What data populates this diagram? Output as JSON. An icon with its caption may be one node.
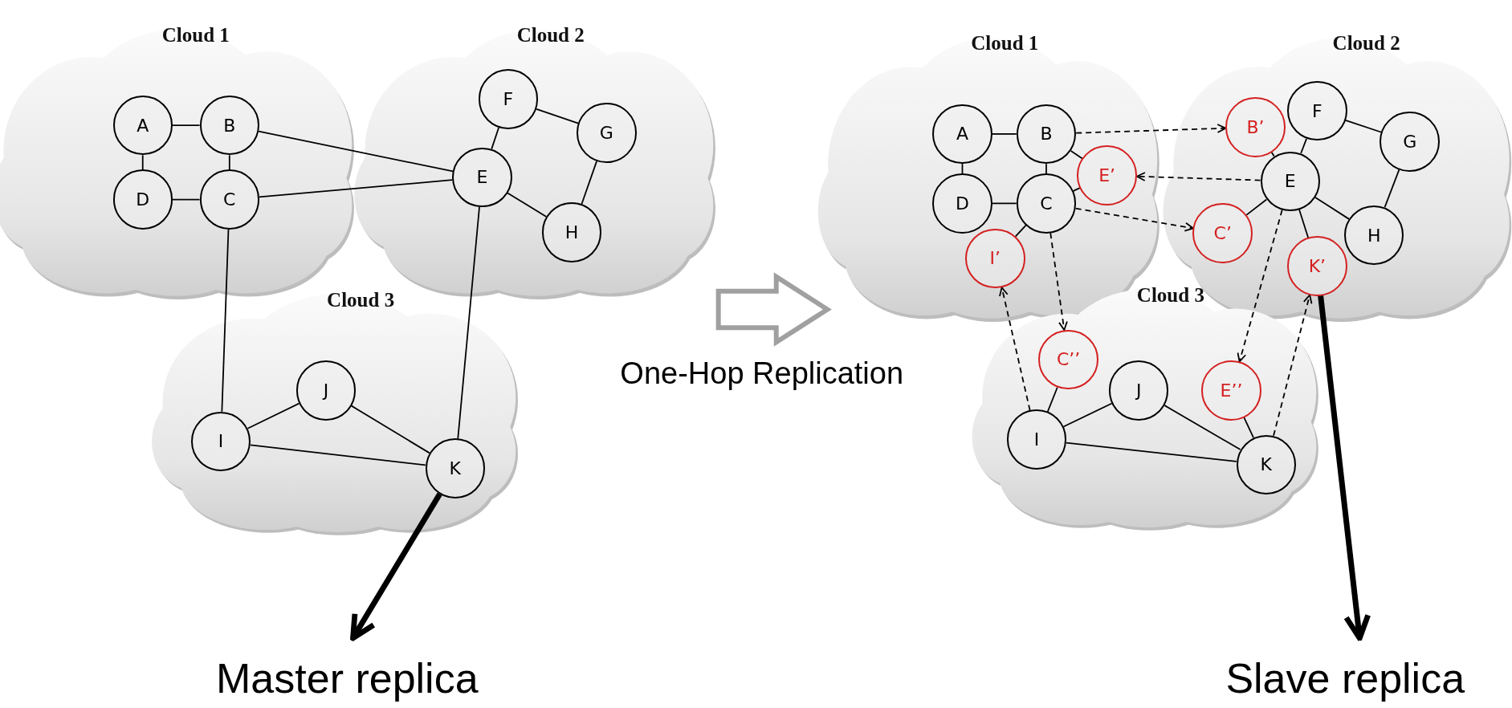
{
  "diagram": {
    "nodes": [
      {
        "text": [
          "Cloud 1"
        ]
      },
      {
        "text": [
          "A"
        ],
        "in": 0
      },
      {
        "text": [
          "B"
        ],
        "in": 0
      },
      {
        "text": [
          "D"
        ],
        "in": 0
      },
      {
        "text": [
          "C"
        ],
        "in": 0
      },
      {
        "text": [
          "Cloud 2"
        ]
      },
      {
        "text": [
          "F"
        ],
        "in": 5
      },
      {
        "text": [
          "G"
        ],
        "in": 5
      },
      {
        "text": [
          "E"
        ],
        "in": 5
      },
      {
        "text": [
          "H"
        ],
        "in": 5
      },
      {
        "text": [
          "Cloud 3"
        ]
      },
      {
        "text": [
          "J"
        ],
        "in": 10
      },
      {
        "text": [
          "I"
        ],
        "in": 10
      },
      {
        "text": [
          "K"
        ],
        "in": 10
      },
      {
        "text": [
          "Master replica"
        ]
      },
      {
        "text": [
          "Cloud 1"
        ]
      },
      {
        "text": [
          "A"
        ],
        "in": 15
      },
      {
        "text": [
          "B"
        ],
        "in": 15
      },
      {
        "text": [
          "E’"
        ],
        "in": 15
      },
      {
        "text": [
          "D"
        ],
        "in": 15
      },
      {
        "text": [
          "C"
        ],
        "in": 15
      },
      {
        "text": [
          "I’"
        ],
        "in": 15
      },
      {
        "text": [
          "Cloud 2"
        ]
      },
      {
        "text": [
          "B’"
        ],
        "in": 22
      },
      {
        "text": [
          "F"
        ],
        "in": 22
      },
      {
        "text": [
          "G"
        ],
        "in": 22
      },
      {
        "text": [
          "E"
        ],
        "in": 22
      },
      {
        "text": [
          "C’"
        ],
        "in": 22
      },
      {
        "text": [
          "K’"
        ],
        "in": 22
      },
      {
        "text": [
          "H"
        ],
        "in": 22
      },
      {
        "text": [
          "Cloud 3"
        ]
      },
      {
        "text": [
          "C’’"
        ],
        "in": 30
      },
      {
        "text": [
          "J"
        ],
        "in": 30
      },
      {
        "text": [
          "E’’"
        ],
        "in": 30
      },
      {
        "text": [
          "I"
        ],
        "in": 30
      },
      {
        "text": [
          "K"
        ],
        "in": 30
      },
      {
        "text": [
          "Slave replica"
        ]
      }
    ],
    "edges": [
      {
        "from": 1,
        "to": 2,
        "arrow": "none"
      },
      {
        "from": 1,
        "to": 3,
        "arrow": "none"
      },
      {
        "from": 2,
        "to": 4,
        "arrow": "none"
      },
      {
        "from": 3,
        "to": 4,
        "arrow": "none"
      },
      {
        "from": 2,
        "to": 8,
        "arrow": "none"
      },
      {
        "from": 4,
        "to": 8,
        "arrow": "none"
      },
      {
        "from": 6,
        "to": 8,
        "arrow": "none"
      },
      {
        "from": 6,
        "to": 7,
        "arrow": "none"
      },
      {
        "from": 7,
        "to": 9,
        "arrow": "none"
      },
      {
        "from": 8,
        "to": 9,
        "arrow": "none"
      },
      {
        "from": 4,
        "to": 12,
        "arrow": "none"
      },
      {
        "from": 8,
        "to": 13,
        "arrow": "none"
      },
      {
        "from": 12,
        "to": 11,
        "arrow": "none"
      },
      {
        "from": 11,
        "to": 13,
        "arrow": "none"
      },
      {
        "from": 12,
        "to": 13,
        "arrow": "none"
      },
      {
        "from": 13,
        "to": 14,
        "arrow": "to",
        "style": "thick"
      },
      {
        "from": 16,
        "to": 17,
        "arrow": "none"
      },
      {
        "from": 16,
        "to": 19,
        "arrow": "none"
      },
      {
        "from": 17,
        "to": 20,
        "arrow": "none"
      },
      {
        "from": 19,
        "to": 20,
        "arrow": "none"
      },
      {
        "from": 17,
        "to": 18,
        "arrow": "none"
      },
      {
        "from": 20,
        "to": 18,
        "arrow": "none"
      },
      {
        "from": 20,
        "to": 21,
        "arrow": "none"
      },
      {
        "from": 24,
        "to": 25,
        "arrow": "none"
      },
      {
        "from": 25,
        "to": 29,
        "arrow": "none"
      },
      {
        "from": 26,
        "to": 29,
        "arrow": "none"
      },
      {
        "from": 24,
        "to": 26,
        "arrow": "none"
      },
      {
        "from": 23,
        "to": 26,
        "arrow": "none"
      },
      {
        "from": 27,
        "to": 26,
        "arrow": "none"
      },
      {
        "from": 26,
        "to": 28,
        "arrow": "none"
      },
      {
        "from": 31,
        "to": 34,
        "arrow": "none"
      },
      {
        "from": 34,
        "to": 32,
        "arrow": "none"
      },
      {
        "from": 32,
        "to": 35,
        "arrow": "none"
      },
      {
        "from": 34,
        "to": 35,
        "arrow": "none"
      },
      {
        "from": 33,
        "to": 35,
        "arrow": "none"
      },
      {
        "from": 17,
        "to": 23,
        "arrow": "to",
        "style": "dashed"
      },
      {
        "from": 26,
        "to": 18,
        "arrow": "to",
        "style": "dashed"
      },
      {
        "from": 20,
        "to": 27,
        "arrow": "to",
        "style": "dashed"
      },
      {
        "from": 20,
        "to": 31,
        "arrow": "to",
        "style": "dashed"
      },
      {
        "from": 26,
        "to": 33,
        "arrow": "to",
        "style": "dashed"
      },
      {
        "from": 34,
        "to": 21,
        "arrow": "to",
        "style": "dashed"
      },
      {
        "from": 35,
        "to": 28,
        "arrow": "to",
        "style": "dashed"
      },
      {
        "from": 28,
        "to": 36,
        "arrow": "to",
        "style": "thick"
      }
    ],
    "labels": [
      "One-Hop Replication"
    ]
  }
}
